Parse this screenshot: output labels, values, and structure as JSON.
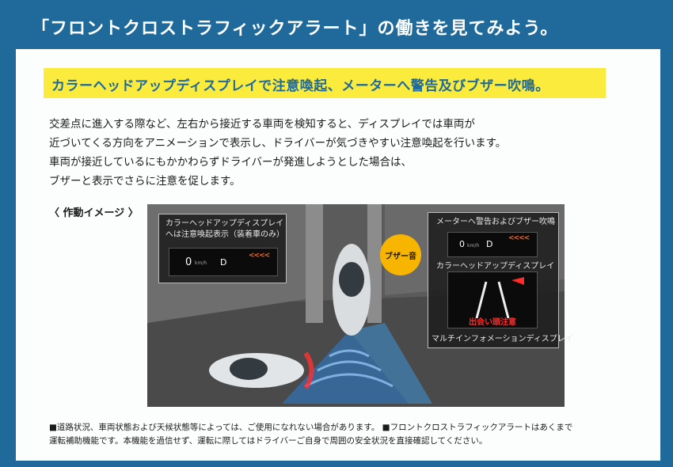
{
  "header": {
    "title": "「フロントクロストラフィックアラート」の働きを見てみよう。"
  },
  "highlight": {
    "text": "カラーヘッドアップディスプレイで注意喚起、メーターへ警告及びブザー吹鳴。"
  },
  "body": {
    "lines": [
      "交差点に進入する際など、左右から接近する車両を検知すると、ディスプレイでは車両が",
      "近づいてくる方向をアニメーションで表示し、ドライバーが気づきやすい注意喚起を行います。",
      "車両が接近しているにもかかわらずドライバーが発進しようとした場合は、",
      "ブザーと表示でさらに注意を促します。"
    ]
  },
  "illustration": {
    "section_label": "〈 作動イメージ 〉",
    "left_callout": {
      "title_line1": "カラーヘッドアップディスプレイ",
      "title_line2": "へは注意喚起表示（装着車のみ）",
      "speed": "0",
      "speed_unit": "km/h",
      "gear": "D"
    },
    "right_callout": {
      "title": "メーターへ警告およびブザー吹鳴",
      "speed": "0",
      "speed_unit": "km/h",
      "gear": "D",
      "hud_label": "カラーヘッドアップディスプレイ",
      "warning_text": "出会い頭注意",
      "mid_label": "マルチインフォメーションディスプレイ"
    },
    "buzzer_label": "ブザー音"
  },
  "footnote": {
    "line1": "■道路状況、車両状態および天候状態等によっては、ご使用になれない場合があります。 ■フロントクロストラフィックアラートはあくまで",
    "line2": "運転補助機能です。本機能を過信せず、運転に際してはドライバーご自身で周囲の安全状況を直接確認してください。"
  },
  "colors": {
    "header_bg": "#1f6a9a",
    "highlight_bg": "#fbeb3c",
    "highlight_text": "#1f6a9a",
    "warning_red": "#ff2a2a",
    "arrow_orange": "#ff6a1a",
    "buzzer": "#f7b500"
  }
}
